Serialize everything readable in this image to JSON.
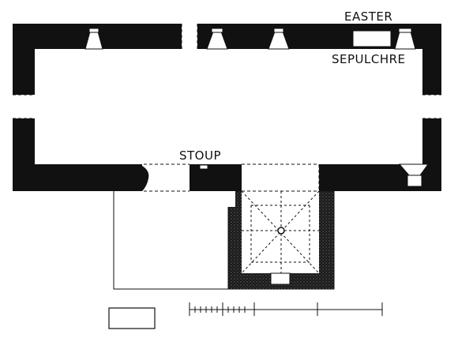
{
  "labels": {
    "easter": "EASTER",
    "sepulchre": "SEPULCHRE",
    "stoup": "STOUP"
  },
  "colors": {
    "wall": "#111111",
    "paper": "#ffffff",
    "line": "#111111"
  }
}
